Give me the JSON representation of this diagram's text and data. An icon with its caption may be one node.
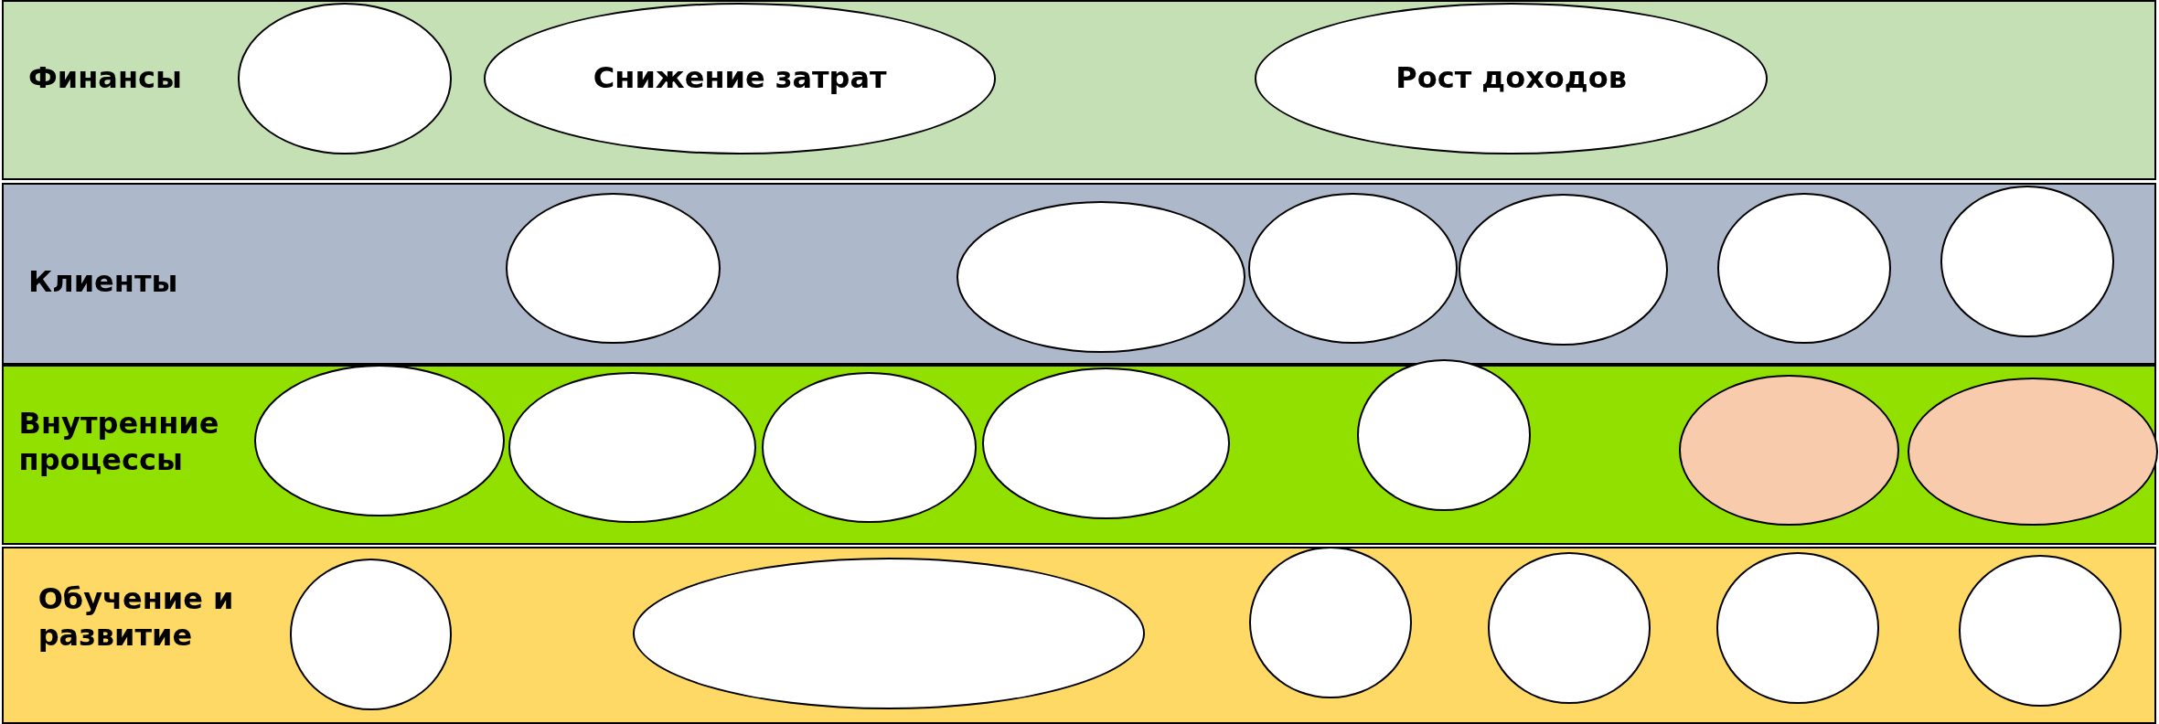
{
  "diagram": {
    "nodes": [
      {
        "text": [
          "Финансы"
        ]
      },
      {
        "text": [],
        "shape": "ellipse",
        "in": 0
      },
      {
        "text": [
          "Снижение затрат"
        ],
        "in": 0
      },
      {
        "text": [
          "Рост доходов"
        ],
        "in": 0
      },
      {
        "text": [
          "Клиенты"
        ]
      },
      {
        "text": [],
        "shape": "ellipse",
        "in": 4
      },
      {
        "text": [],
        "shape": "ellipse",
        "in": 4
      },
      {
        "text": [],
        "shape": "ellipse",
        "in": 4
      },
      {
        "text": [],
        "shape": "ellipse",
        "in": 4
      },
      {
        "text": [],
        "shape": "ellipse",
        "in": 4
      },
      {
        "text": [],
        "shape": "ellipse",
        "in": 4
      },
      {
        "text": [
          "Внутренние процессы"
        ]
      },
      {
        "text": [],
        "shape": "ellipse",
        "in": 11
      },
      {
        "text": [],
        "shape": "ellipse",
        "in": 11
      },
      {
        "text": [],
        "shape": "ellipse",
        "in": 11
      },
      {
        "text": [],
        "shape": "ellipse",
        "in": 11
      },
      {
        "text": [],
        "shape": "ellipse",
        "in": 11
      },
      {
        "text": [],
        "shape": "ellipse",
        "in": 11
      },
      {
        "text": [],
        "shape": "ellipse",
        "in": 11
      },
      {
        "text": [
          "Обучение и развитие"
        ]
      },
      {
        "text": [],
        "shape": "ellipse",
        "in": 19
      },
      {
        "text": [],
        "shape": "ellipse",
        "in": 19
      },
      {
        "text": [],
        "shape": "ellipse",
        "in": 19
      },
      {
        "text": [],
        "shape": "ellipse",
        "in": 19
      },
      {
        "text": [],
        "shape": "ellipse",
        "in": 19
      },
      {
        "text": [],
        "shape": "ellipse",
        "in": 19
      }
    ],
    "edges": []
  }
}
